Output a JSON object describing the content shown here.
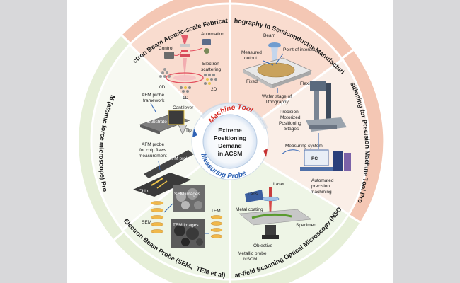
{
  "ring": {
    "top_left": "Electron Beam Atomic-scale Fabrication",
    "top_right": "Lithography In Semiconductor Manufacturing",
    "right": "Tool Positioning for Precision Machine Tool Processing",
    "left": "AFM (atomic force microscope) Probe",
    "bottom_left": "Electron Beam Probe (SEM、TEM et al)",
    "bottom_right": "Near-field Scanning Optical Microscopy (NSOM)"
  },
  "center": {
    "line1": "Extreme",
    "line2": "Positioning",
    "line3": "Demand",
    "line4": "in ACSM",
    "arc_top": "Machine Tool",
    "arc_bottom": "Measuring Probe"
  },
  "labels": {
    "control": "Control",
    "automation": "Automation",
    "electron": "Electron",
    "scattering": "scattering",
    "d0": "0D",
    "d2": "2D",
    "d1": "1D",
    "beam": "Beam",
    "poi": "Point of interest",
    "measured": "Measured",
    "output": "output",
    "fixed": "Fixed",
    "flexible": "Flexible",
    "wafer1": "Wafer stage of",
    "wafer2": "lithography",
    "precision": "Precision",
    "motorized": "Motorized",
    "positioning": "Positioning",
    "stages": "Stages",
    "measuring_system": "Measuring system",
    "pc": "PC",
    "automated": "Automated",
    "precision2": "precision",
    "machining": "machining",
    "afm_framework1": "AFM probe",
    "afm_framework2": "framework",
    "substrate": "Substrate",
    "cantilever": "Cantilever",
    "tip": "Tip",
    "afm_chip1": "AFM probe",
    "afm_chip2": "for chip flaws",
    "afm_chip3": "measurement",
    "afm_probe": "AFM probe",
    "chip": "Chip",
    "sem": "SEM",
    "sem_images": "SEM images",
    "tem": "TEM",
    "tem_images": "TEM images",
    "laser": "Laser",
    "lens": "Lens",
    "metal_coating": "Metal coating",
    "specimen": "Specimen",
    "objective": "Objective",
    "metallic1": "Metallic probe",
    "metallic2": "NSOM"
  },
  "colors": {
    "salmon_band": "#f4c7b4",
    "green_band": "#e6efd8",
    "salmon_inner": "#f9dccf",
    "green_inner": "#eef5e6",
    "red_text": "#d7261e",
    "blue_text": "#2f63b5"
  }
}
